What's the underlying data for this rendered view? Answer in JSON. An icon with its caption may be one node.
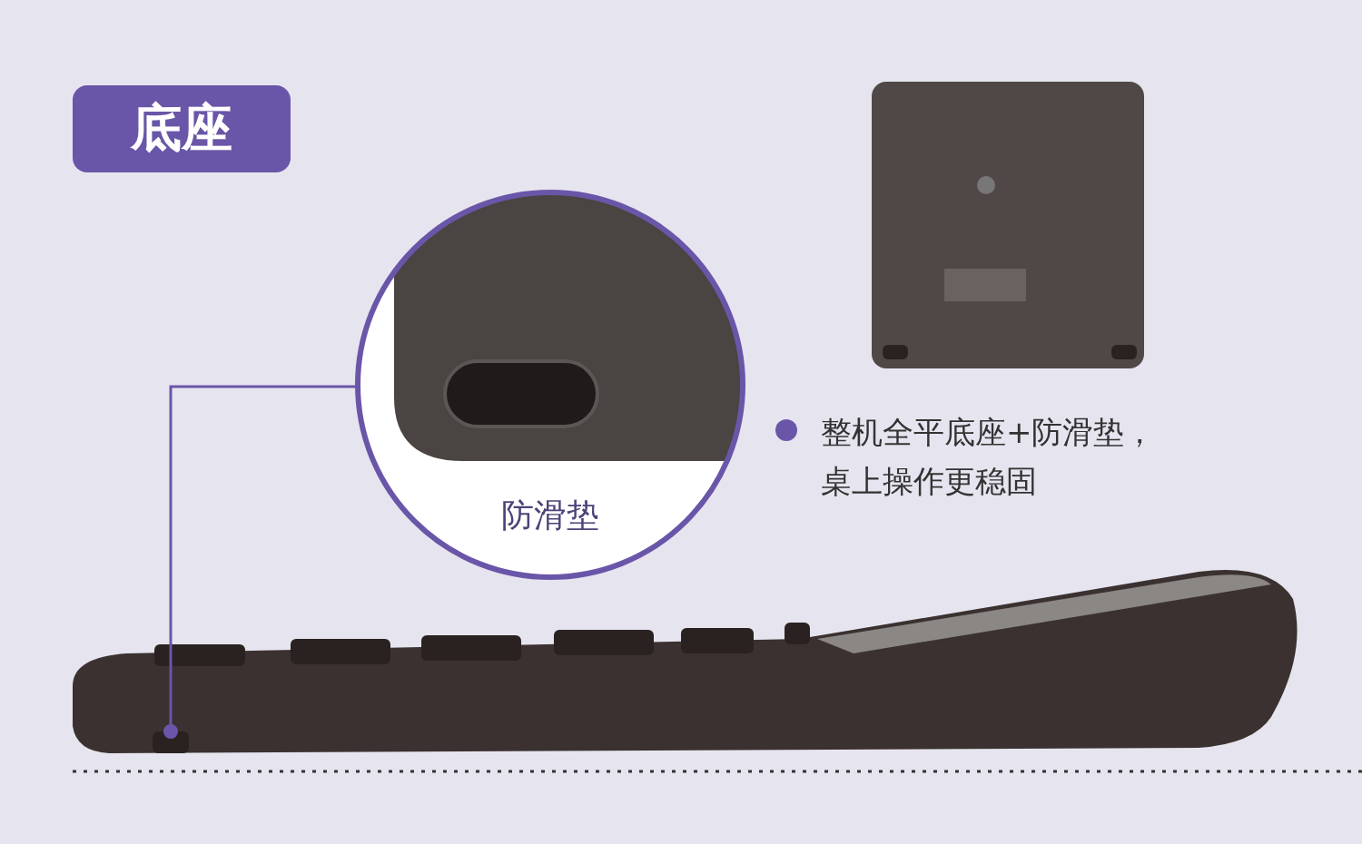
{
  "diagram": {
    "title": "底座",
    "nodes": [
      {
        "text": [
          "防滑垫"
        ]
      },
      {
        "text": [],
        "shape": "bar"
      }
    ],
    "edges": [
      {
        "from": 0,
        "to": 1,
        "arrow": "other"
      }
    ],
    "labels": [
      "整机全平底座+防滑垫，桌上操作更稳固"
    ]
  }
}
